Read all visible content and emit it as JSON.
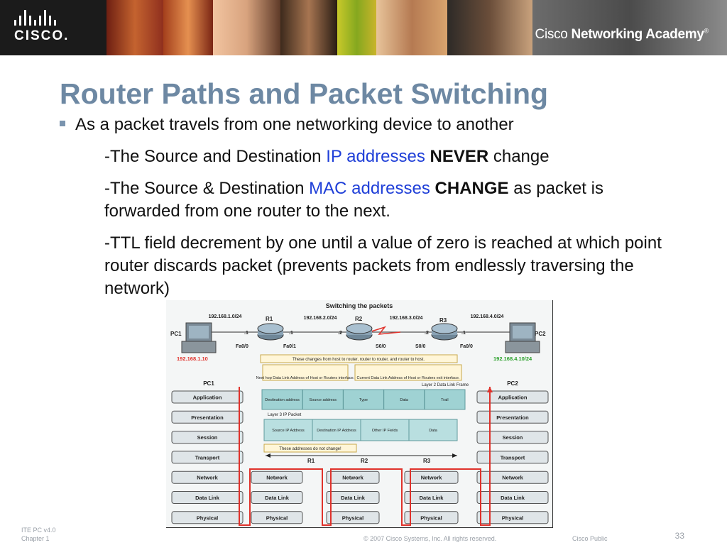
{
  "banner": {
    "logo_text": "CISCO.",
    "academy_prefix": "Cisco",
    "academy_name": "Networking Academy",
    "academy_mark": "®"
  },
  "slide": {
    "title": "Router Paths and Packet Switching",
    "bullet": "As a packet travels from one networking device to another",
    "line1": {
      "prefix": "-The Source and Destination ",
      "highlight": "IP addresses",
      "emph": "NEVER",
      "suffix": " change"
    },
    "line2": {
      "prefix": "-The Source & Destination ",
      "highlight": "MAC addresses",
      "emph": "CHANGE",
      "suffix": " as packet is forwarded from one router to the next."
    },
    "line3": "-TTL field decrement by one until a value of zero is reached at which point router discards packet (prevents packets from endlessly traversing the network)"
  },
  "diagram": {
    "title": "Switching the packets",
    "networks": [
      "192.168.1.0/24",
      "192.168.2.0/24",
      "192.168.3.0/24",
      "192.168.4.0/24"
    ],
    "devices": [
      "PC1",
      "R1",
      "R2",
      "R3",
      "PC2"
    ],
    "interfaces": [
      ".1",
      "Fa0/0",
      ".1",
      "Fa0/1",
      ".2",
      "S0/0",
      ".2",
      "S0/0",
      ".1",
      "Fa0/0"
    ],
    "pc1_ip": "192.168.1.10",
    "pc2_ip": "192.168.4.10/24",
    "note_changes": "These changes from host to router, router to router, and router to host.",
    "note_nexthop": "Next hop Data Link Address of Host or Routers interface.",
    "note_current": "Current Data Link Address of Host or Routers exit interface.",
    "frame_label": "Layer 2 Data Link Frame",
    "frame_fields": [
      "Destination address",
      "Source address",
      "Type",
      "Data",
      "Trail"
    ],
    "packet_label": "Layer 3 IP Packet",
    "packet_fields": [
      "Source IP Address",
      "Destination IP Address",
      "Other IP Fields",
      "Data"
    ],
    "note_nochange": "These addresses do not change!",
    "pc1_label": "PC1",
    "pc2_label": "PC2",
    "layers": [
      "Application",
      "Presentation",
      "Session",
      "Transport",
      "Network",
      "Data Link",
      "Physical"
    ],
    "router_layers": [
      "Network",
      "Data Link",
      "Physical"
    ],
    "router_labels": [
      "R1",
      "R2",
      "R3"
    ]
  },
  "footer": {
    "left1": "ITE PC v4.0",
    "left2": "Chapter 1",
    "copyright": "© 2007 Cisco Systems, Inc. All rights reserved.",
    "public": "Cisco Public",
    "page": "33"
  },
  "colors": {
    "title": "#6d88a3",
    "highlight": "#1f3fd8",
    "teal": "#9fd2d3",
    "route_red": "#e0322b",
    "pc_ip": "#e0322b",
    "pc2_ip": "#2aa02a"
  }
}
